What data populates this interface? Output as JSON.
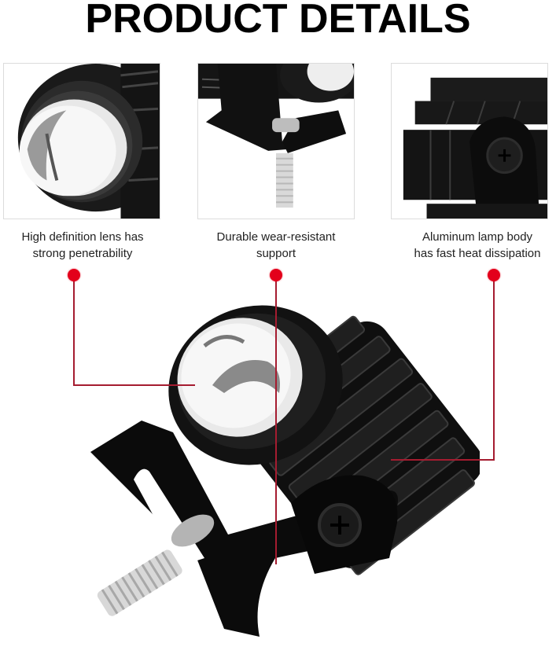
{
  "page": {
    "title": "PRODUCT DETAILS"
  },
  "details": [
    {
      "image": "lens-closeup",
      "caption_line1": "High definition lens has",
      "caption_line2": "strong penetrability"
    },
    {
      "image": "bracket-closeup",
      "caption_line1": "Durable wear-resistant",
      "caption_line2": "support"
    },
    {
      "image": "body-closeup",
      "caption_line1": "Aluminum lamp body",
      "caption_line2": "has fast heat dissipation"
    }
  ],
  "main_image": "mini-led-driving-light-with-bracket",
  "colors": {
    "callout_dot": "#e3001b",
    "callout_line": "#a51c30",
    "frame_border": "#dcdcdc",
    "product_body": "#111111"
  }
}
